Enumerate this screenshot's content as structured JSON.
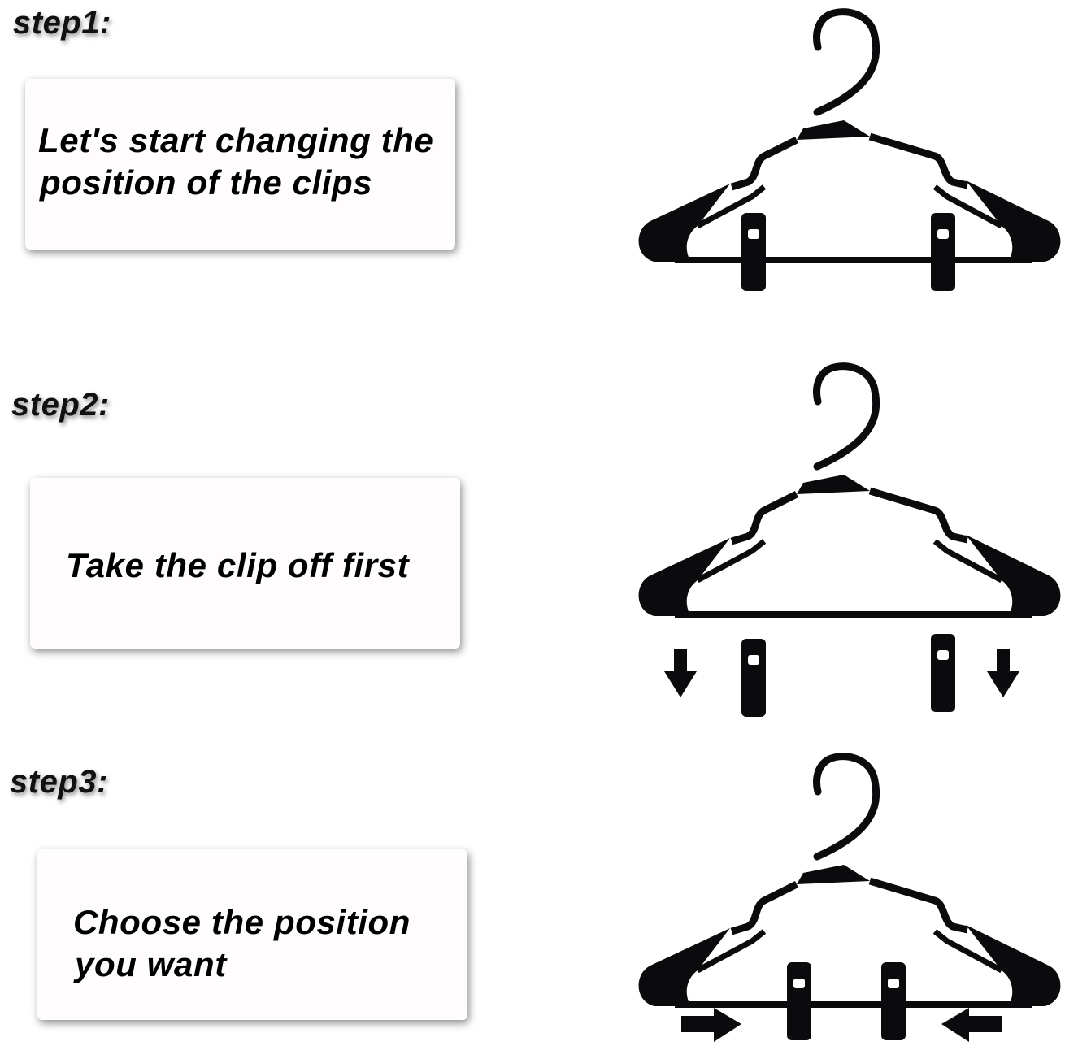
{
  "steps": [
    {
      "label": "step1:",
      "text_lines": [
        "Let's start changing the",
        "position of the clips"
      ]
    },
    {
      "label": "step2:",
      "text_lines": [
        "Take the clip off first"
      ]
    },
    {
      "label": "step3:",
      "text_lines": [
        "Choose the position",
        "you want"
      ]
    }
  ],
  "colors": {
    "hanger": "#0b0b0d",
    "text": "#000000",
    "card_background": "#fefcfd"
  },
  "icons": [
    "hanger-icon",
    "clip-icon",
    "arrow-down-icon",
    "arrow-right-icon",
    "arrow-left-icon"
  ]
}
